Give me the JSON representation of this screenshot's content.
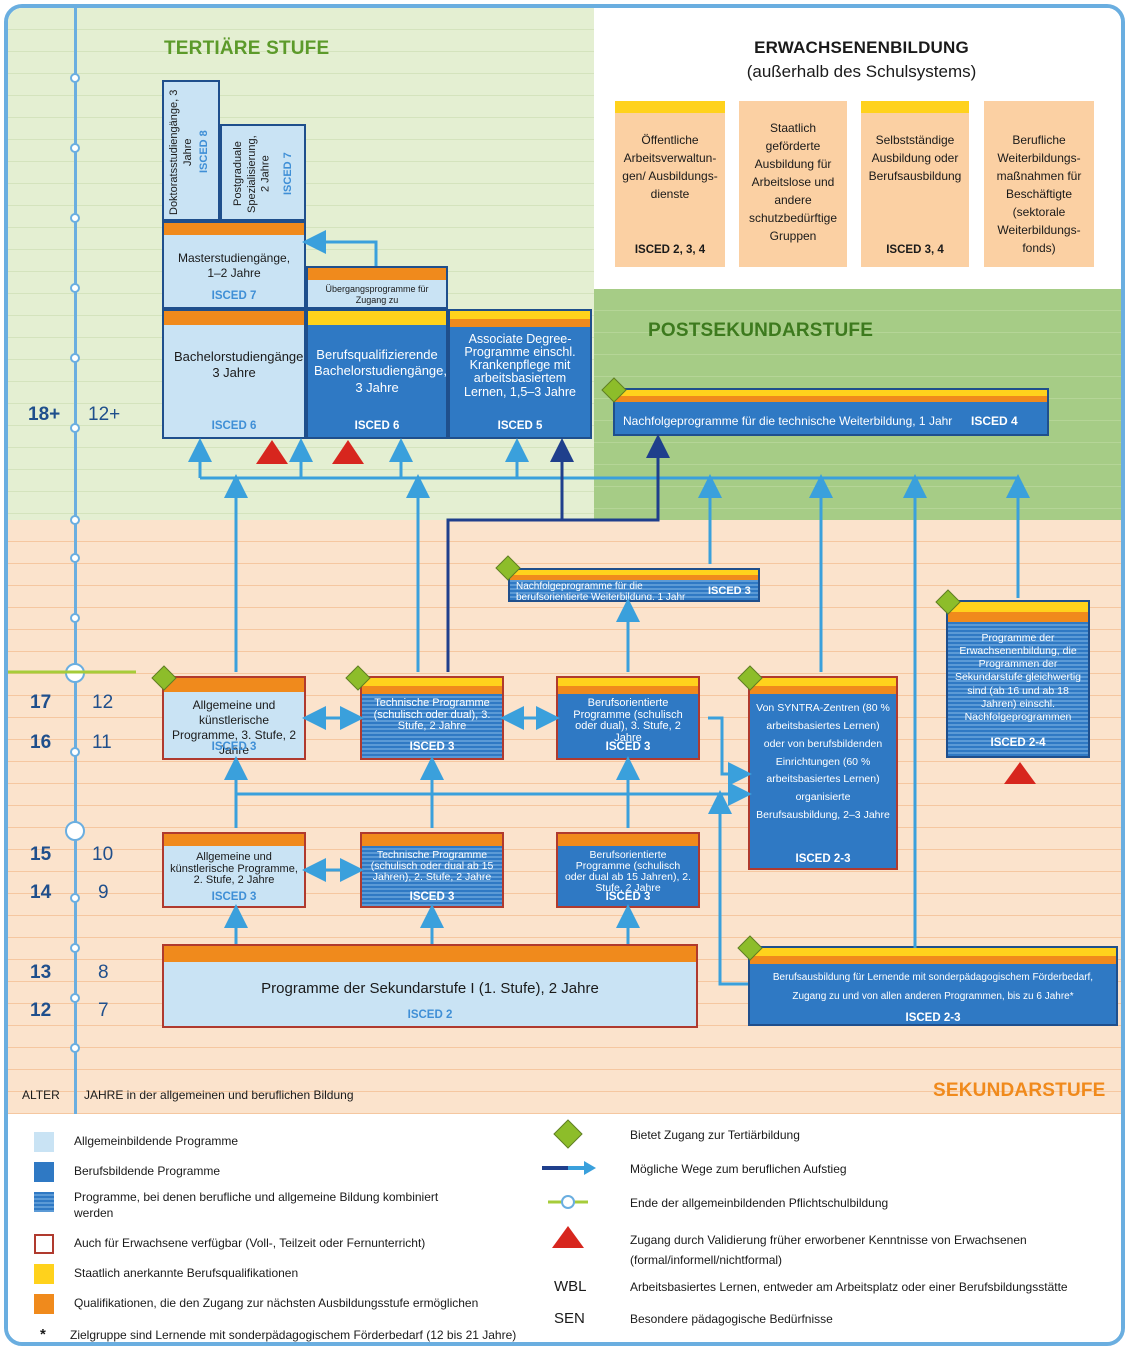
{
  "colors": {
    "general": "#c9e3f4",
    "vocational": "#2f79c4",
    "orange": "#f08a1c",
    "yellow": "#ffd21c",
    "diamond": "#8dbd2a",
    "triangle": "#d7261e",
    "arrow": "#3aa0dc",
    "arrow_dark": "#1f3f8c",
    "adult_border": "#b03a2e"
  },
  "titles": {
    "tertiary": "TERTIÄRE STUFE",
    "postsecondary": "POSTSEKUNDARSTUFE",
    "secondary": "SEKUNDARSTUFE",
    "adult_title": "ERWACHSENENBILDUNG",
    "adult_subtitle": "(außerhalb des Schulsystems)"
  },
  "adult_cards": [
    {
      "text": "Öffentliche Arbeitsverwaltun­gen/ Ausbildungs­dienste",
      "isced": "ISCED 2, 3, 4"
    },
    {
      "text": "Staatlich geförderte Ausbildung für Arbeitslose und andere schutzbedürftige Gruppen",
      "isced": ""
    },
    {
      "text": "Selbstständige Ausbildung oder Berufsausbildung",
      "isced": "ISCED 3, 4"
    },
    {
      "text": "Berufliche Weiterbildungs­maßnahmen für Beschäftigte (sektorale Weiterbildungs­fonds)",
      "isced": ""
    }
  ],
  "boxes": {
    "doctoral": {
      "text": "Doktoratsstudiengänge, 3 Jahre",
      "isced": "ISCED 8"
    },
    "postgrad": {
      "text": "Postgraduale Spezialisierung, 2 Jahre",
      "isced": "ISCED 7"
    },
    "master": {
      "text": "Masterstudiengänge, 1–2 Jahre",
      "isced": "ISCED 7"
    },
    "bridging": {
      "text": "Übergangsprogramme für Zugang zu Masterstudiengängen"
    },
    "bachelor": {
      "text": "Bachelorstudiengänge, 3 Jahre",
      "isced": "ISCED 6"
    },
    "prof_bachelor": {
      "text": "Berufsqualifizierende Bachelorstudiengänge, 3 Jahre",
      "isced": "ISCED 6"
    },
    "associate": {
      "text": "Associate Degree-Programme einschl. Krankenpflege mit arbeitsbasiertem Lernen, 1,5–3 Jahre",
      "isced": "ISCED 5"
    },
    "tech_further": {
      "text": "Nachfolgeprogramme für die technische Weiterbildung, 1 Jahr",
      "isced": "ISCED 4"
    },
    "voc_further": {
      "text": "Nachfolgeprogramme für die berufsorientierte Weiterbildung, 1 Jahr",
      "isced": "ISCED 3"
    },
    "adult_prog": {
      "text": "Programme der Erwachsenenbildung, die Programmen der Sekundarstufe gleichwertig sind (ab 16 und ab 18 Jahren) einschl. Nachfolgeprogrammen",
      "isced": "ISCED 2-4"
    },
    "gen3": {
      "text": "Allgemeine und künstlerische Programme, 3. Stufe, 2 Jahre",
      "isced": "ISCED 3"
    },
    "tech3": {
      "text": "Technische Programme (schulisch oder dual), 3. Stufe, 2 Jahre",
      "isced": "ISCED 3"
    },
    "voc3": {
      "text": "Berufsorientierte Programme (schulisch oder dual), 3. Stufe, 2 Jahre",
      "isced": "ISCED 3"
    },
    "syntra": {
      "text": "Von SYNTRA-Zentren (80 % arbeitsbasiertes Lernen) oder von berufsbildenden Einrichtungen (60 % arbeitsbasiertes Lernen) organisierte Berufsausbildung, 2–3 Jahre",
      "isced": "ISCED 2-3"
    },
    "gen2": {
      "text": "Allgemeine und künstlerische Programme, 2. Stufe, 2 Jahre",
      "isced": "ISCED 3"
    },
    "tech2": {
      "text": "Technische Programme (schulisch oder dual ab 15 Jahren), 2. Stufe, 2 Jahre",
      "isced": "ISCED 3"
    },
    "voc2": {
      "text": "Berufsorientierte Programme (schulisch oder dual ab 15 Jahren), 2. Stufe, 2 Jahre",
      "isced": "ISCED 3"
    },
    "lower_sec": {
      "text": "Programme der Sekundarstufe I (1. Stufe), 2 Jahre",
      "isced": "ISCED 2"
    },
    "sen": {
      "text": "Berufsausbildung für Lernende mit sonderpädagogischem Förderbedarf, Zugang zu und von allen anderen Programmen, bis zu 6 Jahre*",
      "isced": "ISCED 2-3"
    }
  },
  "ages": [
    {
      "age": "18+",
      "year": "12+"
    },
    {
      "age": "17",
      "year": "12"
    },
    {
      "age": "16",
      "year": "11"
    },
    {
      "age": "15",
      "year": "10"
    },
    {
      "age": "14",
      "year": "9"
    },
    {
      "age": "13",
      "year": "8"
    },
    {
      "age": "12",
      "year": "7"
    }
  ],
  "axis": {
    "age_label": "ALTER",
    "years_label": "JAHRE in der allgemeinen und beruflichen Bildung"
  },
  "legend_left": [
    "Allgemeinbildende Programme",
    "Berufsbildende Programme",
    "Programme, bei denen berufliche und allgemeine Bildung kombiniert werden",
    "Auch für Erwachsene verfügbar (Voll-, Teilzeit oder Fernunterricht)",
    "Staatlich anerkannte Berufsqualifikationen",
    "Qualifikationen, die den Zugang zur nächsten Ausbildungsstufe ermöglichen"
  ],
  "legend_right": [
    "Bietet Zugang zur Tertiärbildung",
    "Mögliche Wege zum beruflichen Aufstieg",
    "Ende der allgemeinbildenden Pflichtschulbildung",
    "Zugang durch Validierung früher erworbener Kenntnisse von Erwachsenen (formal/informell/nichtformal)"
  ],
  "abbrev": [
    {
      "abbr": "WBL",
      "text": "Arbeitsbasiertes Lernen, entweder am Arbeitsplatz oder einer Berufsbildungsstätte"
    },
    {
      "abbr": "SEN",
      "text": "Besondere pädagogische Bedürfnisse"
    }
  ],
  "footnote": {
    "mark": "*",
    "text": "Zielgruppe sind Lernende mit sonderpädagogischem Förderbedarf (12 bis 21 Jahre)"
  }
}
